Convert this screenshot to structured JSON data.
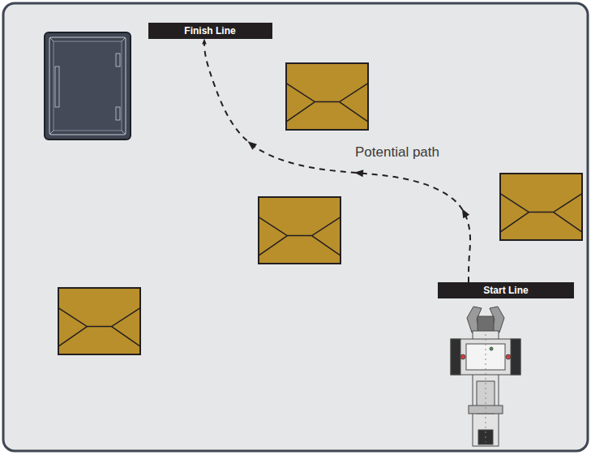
{
  "diagram": {
    "nodes": [
      {
        "text": [
          "Finish Line"
        ]
      },
      {
        "text": [
          "Start Line"
        ]
      }
    ],
    "edges": [
      {
        "from": 1,
        "to": 0,
        "arrow": "to",
        "label": "Potential path"
      }
    ]
  }
}
